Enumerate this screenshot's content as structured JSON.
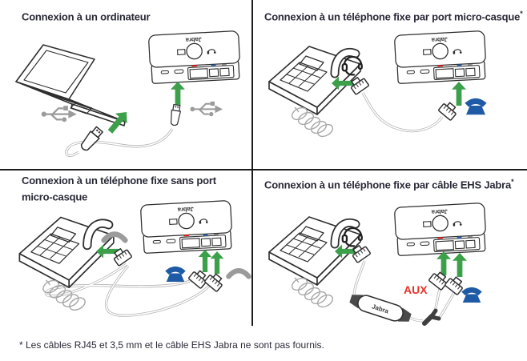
{
  "colors": {
    "background": "#ffffff",
    "title_text": "#2a2a38",
    "arrow_green": "#3ca04b",
    "phone_blue": "#1e5aa5",
    "aux_red": "#e5332a",
    "icon_gray": "#9b9b9b",
    "line_art": "#2e2e2e",
    "cable_gray": "#b5b5b5",
    "divider": "#1c1c1c"
  },
  "device": {
    "brand_label": "Jabra"
  },
  "sections": {
    "top_left": {
      "title": "Connexion à un ordinateur"
    },
    "top_right": {
      "title": "Connexion à un téléphone fixe par port micro-casque",
      "asterisk": "*"
    },
    "bottom_left": {
      "title": "Connexion à un téléphone fixe sans port micro-casque"
    },
    "bottom_right": {
      "title": "Connexion à un téléphone fixe par câble EHS Jabra",
      "asterisk": "*",
      "aux_label": "AUX",
      "ehs_cable_label": "Jabra"
    }
  },
  "footnote": "* Les câbles RJ45 et 3,5 mm et le câble EHS Jabra ne sont pas fournis."
}
